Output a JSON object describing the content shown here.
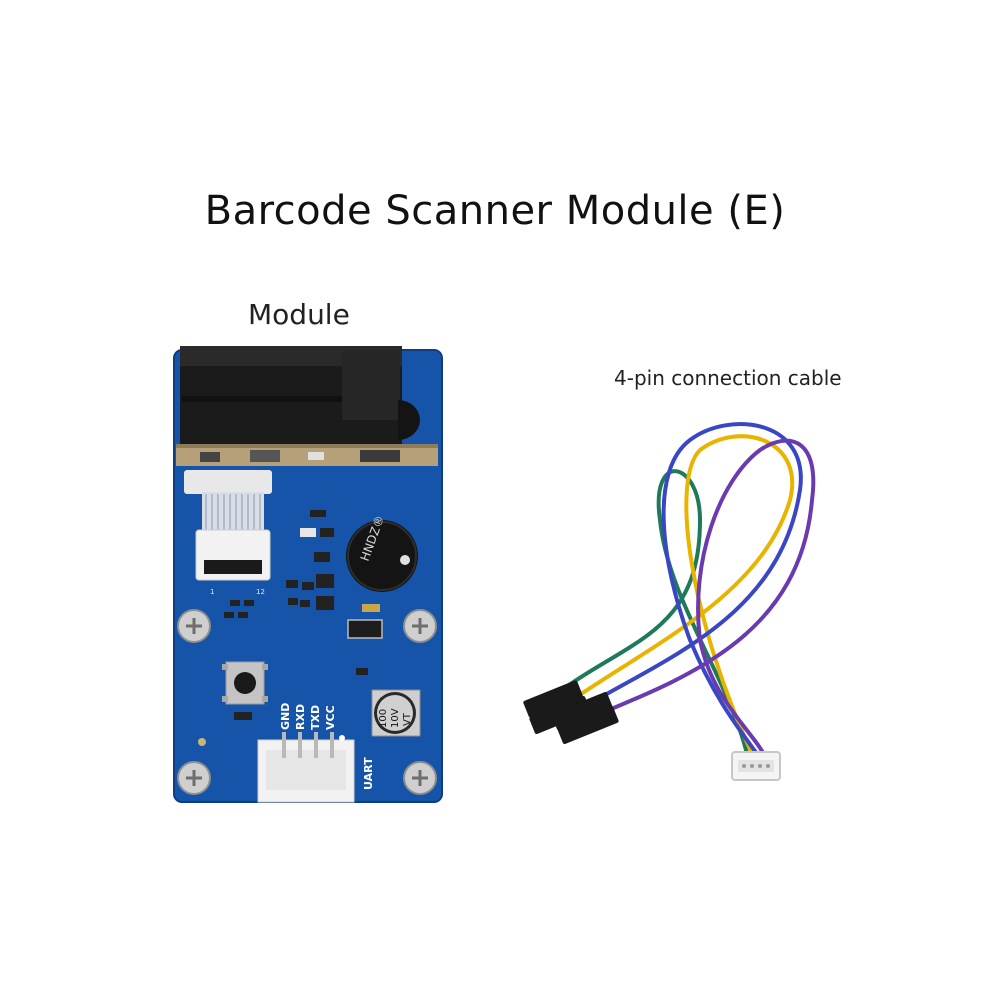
{
  "title": "Barcode Scanner Module (E)",
  "module_label": "Module",
  "cable_label": "4-pin connection cable",
  "board": {
    "buzzer_text": "HNDZ®",
    "capacitor_text": [
      "100",
      "10V",
      "VT"
    ],
    "pin_labels": [
      "GND",
      "RXD",
      "TXD",
      "VCC"
    ],
    "port_label": "UART",
    "fpc_numbers": [
      "1",
      "12"
    ]
  },
  "colors": {
    "pcb": "#1554a8",
    "scanner": "#1b1b1b",
    "wire_1": "#1f7a5a",
    "wire_2": "#e8b400",
    "wire_3": "#3a47c4",
    "wire_4": "#6a3bb0"
  }
}
